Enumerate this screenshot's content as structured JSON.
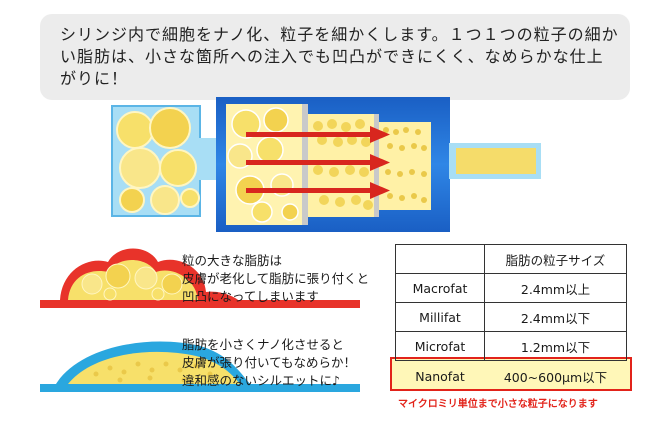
{
  "intro": {
    "text": "シリンジ内で細胞をナノ化、粒子を細かくします。１つ１つの粒子の細かい脂肪は、小さな箇所への注入でも凹凸ができにくく、なめらかな仕上がりに！"
  },
  "colors": {
    "syringe_blue": "#1d6fd6",
    "syringe_light": "#a8def5",
    "arrow_red": "#d8261e",
    "fat_yellow": "#f7e06a",
    "highlight_red": "#e2231a",
    "highlight_fill": "#fff7b8",
    "skin_red": "#e8332a",
    "skin_blue": "#2aa7df"
  },
  "captions": {
    "large": "粒の大きな脂肪は\n皮膚が老化して脂肪に張り付くと\n凹凸になってしまいます",
    "small": "脂肪を小さくナノ化させると\n皮膚が張り付いてもなめらか！\n違和感のないシルエットに♪"
  },
  "table": {
    "header": [
      "",
      "脂肪の粒子サイズ"
    ],
    "rows": [
      {
        "name": "Macrofat",
        "size": "2.4mm以上"
      },
      {
        "name": "Millifat",
        "size": "2.4mm以下"
      },
      {
        "name": "Microfat",
        "size": "1.2mm以下"
      },
      {
        "name": "Nanofat",
        "size": "400~600μm以下"
      }
    ],
    "note": "マイクロミリ単位まで小さな粒子になります"
  }
}
